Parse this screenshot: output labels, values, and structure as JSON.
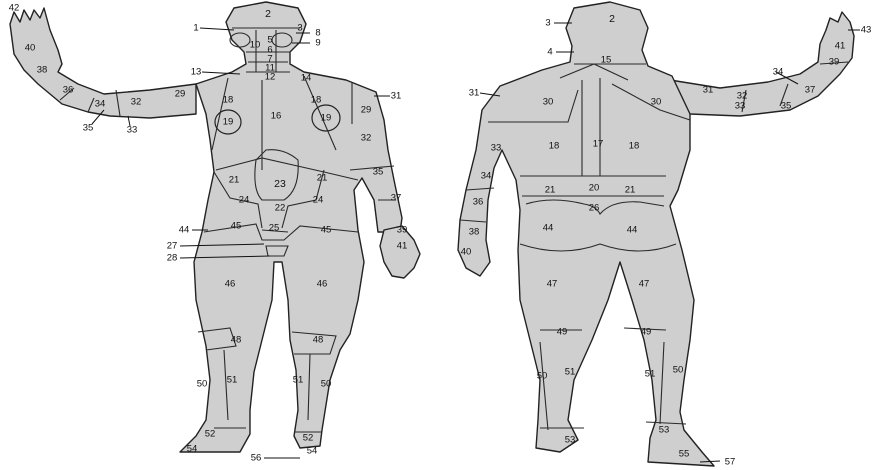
{
  "labels": {
    "n1": "1",
    "n2": "2",
    "n3": "3",
    "n4": "4",
    "n5": "5",
    "n6": "6",
    "n7": "7",
    "n8": "8",
    "n9": "9",
    "n10": "10",
    "n11": "11",
    "n12": "12",
    "n13": "13",
    "n14": "14",
    "n15": "15",
    "n16": "16",
    "n17": "17",
    "n18": "18",
    "n19": "19",
    "n20": "20",
    "n21": "21",
    "n22": "22",
    "n23": "23",
    "n24": "24",
    "n25": "25",
    "n26": "26",
    "n27": "27",
    "n28": "28",
    "n29": "29",
    "n30": "30",
    "n31": "31",
    "n32": "32",
    "n33": "33",
    "n34": "34",
    "n35": "35",
    "n36": "36",
    "n37": "37",
    "n38": "38",
    "n39": "39",
    "n40": "40",
    "n41": "41",
    "n42": "42",
    "n43": "43",
    "n44": "44",
    "n45": "45",
    "n46": "46",
    "n47": "47",
    "n48": "48",
    "n49": "49",
    "n50": "50",
    "n51": "51",
    "n52": "52",
    "n53": "53",
    "n54": "54",
    "n55": "55",
    "n56": "56",
    "n57": "57"
  },
  "colors": {
    "body": "#cfcfcf",
    "outline": "#222222",
    "background": "#ffffff"
  }
}
